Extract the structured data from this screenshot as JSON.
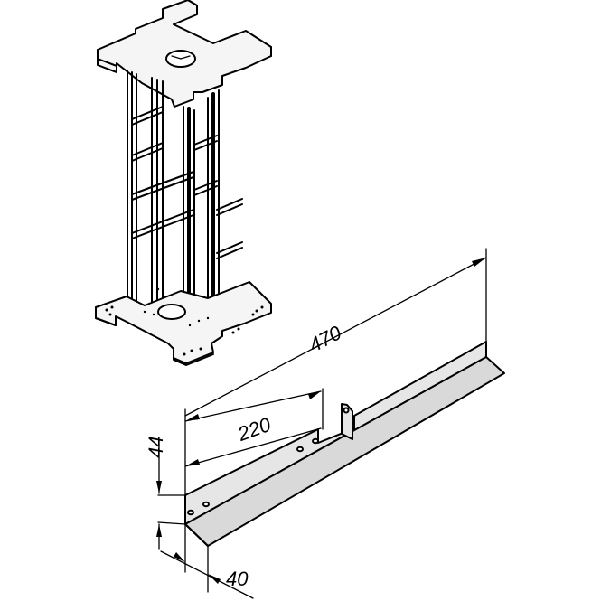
{
  "drawing": {
    "type": "isometric technical drawing",
    "colors": {
      "line": "#000000",
      "fill_light": "#f2f2f2",
      "fill_sheet": "#e3e3e3",
      "background": "#ffffff"
    },
    "rack": {
      "label": "frame-rack-assembly"
    },
    "bracket": {
      "label": "angle-bracket"
    },
    "dimensions": {
      "overall_length": "470",
      "partial_length": "220",
      "height": "44",
      "depth": "40"
    }
  }
}
